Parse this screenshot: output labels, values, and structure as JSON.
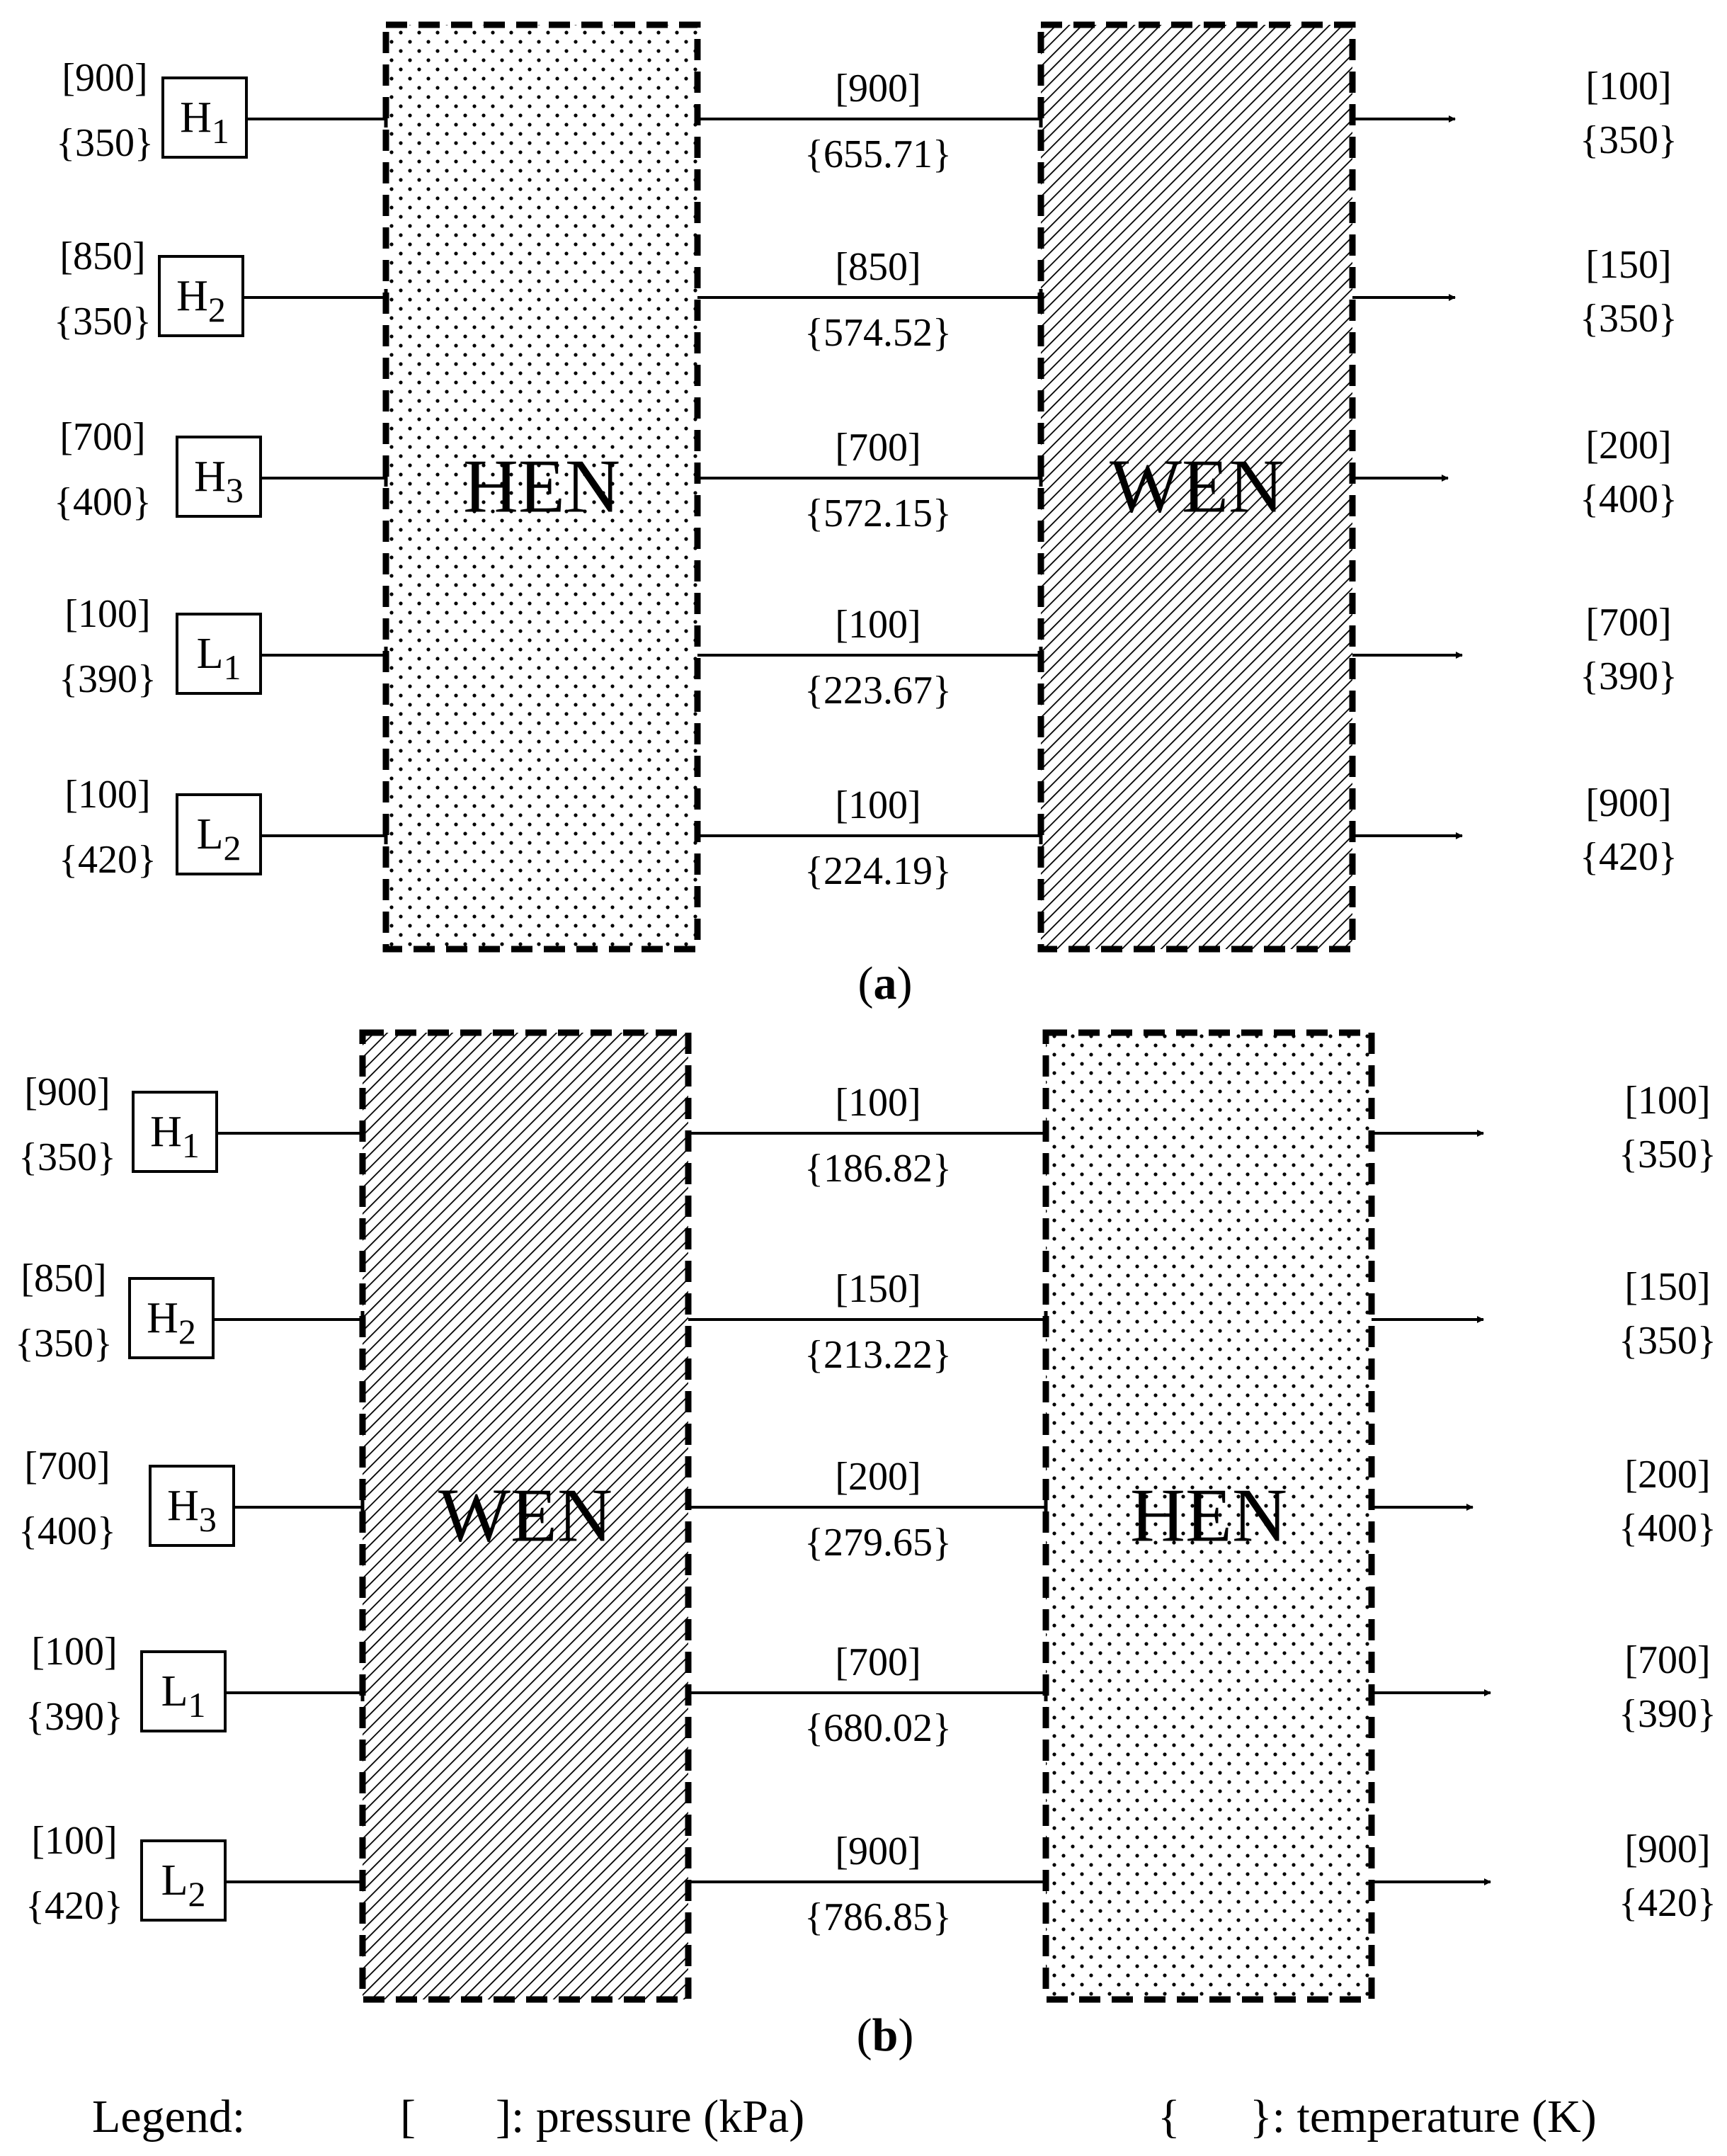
{
  "panels": [
    {
      "id": "a",
      "label": "a",
      "blocks": [
        "HEN",
        "WEN"
      ],
      "streams": [
        {
          "id": "H1",
          "letter": "H",
          "sub": "1",
          "in_p": "[900]",
          "in_t": "{350}",
          "mid_p": "[900]",
          "mid_t": "{655.71}",
          "out_p": "[100]",
          "out_t": "{350}"
        },
        {
          "id": "H2",
          "letter": "H",
          "sub": "2",
          "in_p": "[850]",
          "in_t": "{350}",
          "mid_p": "[850]",
          "mid_t": "{574.52}",
          "out_p": "[150]",
          "out_t": "{350}"
        },
        {
          "id": "H3",
          "letter": "H",
          "sub": "3",
          "in_p": "[700]",
          "in_t": "{400}",
          "mid_p": "[700]",
          "mid_t": "{572.15}",
          "out_p": "[200]",
          "out_t": "{400}"
        },
        {
          "id": "L1",
          "letter": "L",
          "sub": "1",
          "in_p": "[100]",
          "in_t": "{390}",
          "mid_p": "[100]",
          "mid_t": "{223.67}",
          "out_p": "[700]",
          "out_t": "{390}"
        },
        {
          "id": "L2",
          "letter": "L",
          "sub": "2",
          "in_p": "[100]",
          "in_t": "{420}",
          "mid_p": "[100]",
          "mid_t": "{224.19}",
          "out_p": "[900]",
          "out_t": "{420}"
        }
      ]
    },
    {
      "id": "b",
      "label": "b",
      "blocks": [
        "WEN",
        "HEN"
      ],
      "streams": [
        {
          "id": "H1",
          "letter": "H",
          "sub": "1",
          "in_p": "[900]",
          "in_t": "{350}",
          "mid_p": "[100]",
          "mid_t": "{186.82}",
          "out_p": "[100]",
          "out_t": "{350}"
        },
        {
          "id": "H2",
          "letter": "H",
          "sub": "2",
          "in_p": "[850]",
          "in_t": "{350}",
          "mid_p": "[150]",
          "mid_t": "{213.22}",
          "out_p": "[150]",
          "out_t": "{350}"
        },
        {
          "id": "H3",
          "letter": "H",
          "sub": "3",
          "in_p": "[700]",
          "in_t": "{400}",
          "mid_p": "[200]",
          "mid_t": "{279.65}",
          "out_p": "[200]",
          "out_t": "{400}"
        },
        {
          "id": "L1",
          "letter": "L",
          "sub": "1",
          "in_p": "[100]",
          "in_t": "{390}",
          "mid_p": "[700]",
          "mid_t": "{680.02}",
          "out_p": "[700]",
          "out_t": "{390}"
        },
        {
          "id": "L2",
          "letter": "L",
          "sub": "2",
          "in_p": "[100]",
          "in_t": "{420}",
          "mid_p": "[900]",
          "mid_t": "{786.85}",
          "out_p": "[900]",
          "out_t": "{420}"
        }
      ]
    }
  ],
  "legend": {
    "title": "Legend:",
    "pressure_open": "[",
    "pressure_text": "]: pressure (kPa)",
    "temperature_open": "{",
    "temperature_text": "}: temperature (K)"
  }
}
